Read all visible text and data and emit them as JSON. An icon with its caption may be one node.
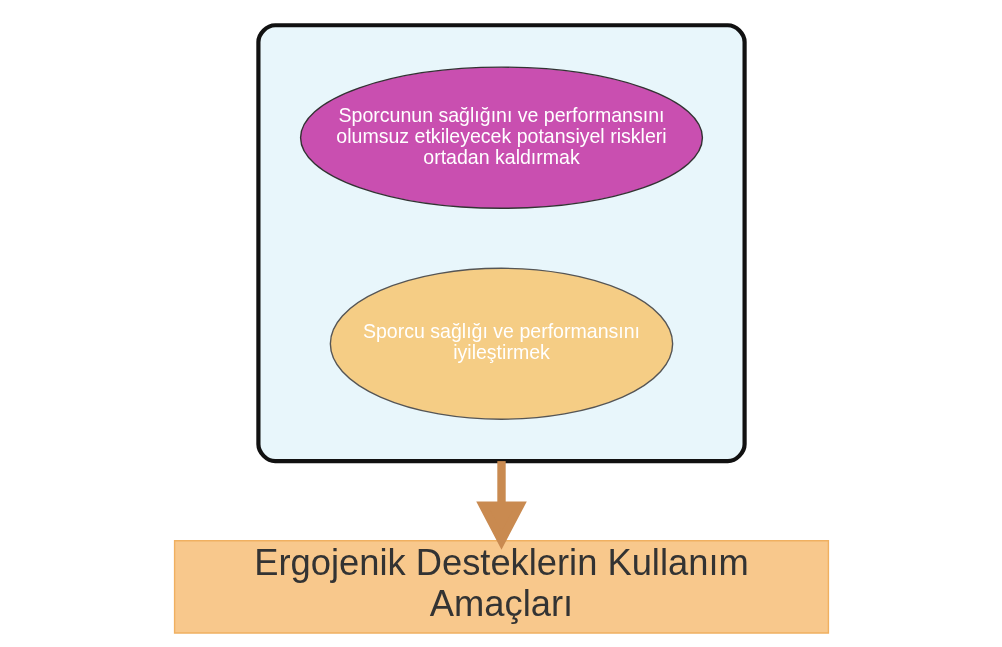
{
  "diagram": {
    "nodes": [
      {
        "text": [],
        "shape": "funnel"
      },
      {
        "text": [
          "Sporcunun sağlığını ve performansını olumsuz etkileyecek potansiyel riskleri ortadan kaldırmak"
        ],
        "in": 0
      },
      {
        "text": [
          "Sporcu sağlığı ve performansını iyileştirmek"
        ],
        "in": 0
      },
      {
        "text": [
          "Ergojenik Desteklerin Kullanım Amaçları"
        ]
      }
    ],
    "edges": [
      {
        "from": 0,
        "to": 3,
        "arrow": "to"
      }
    ]
  }
}
